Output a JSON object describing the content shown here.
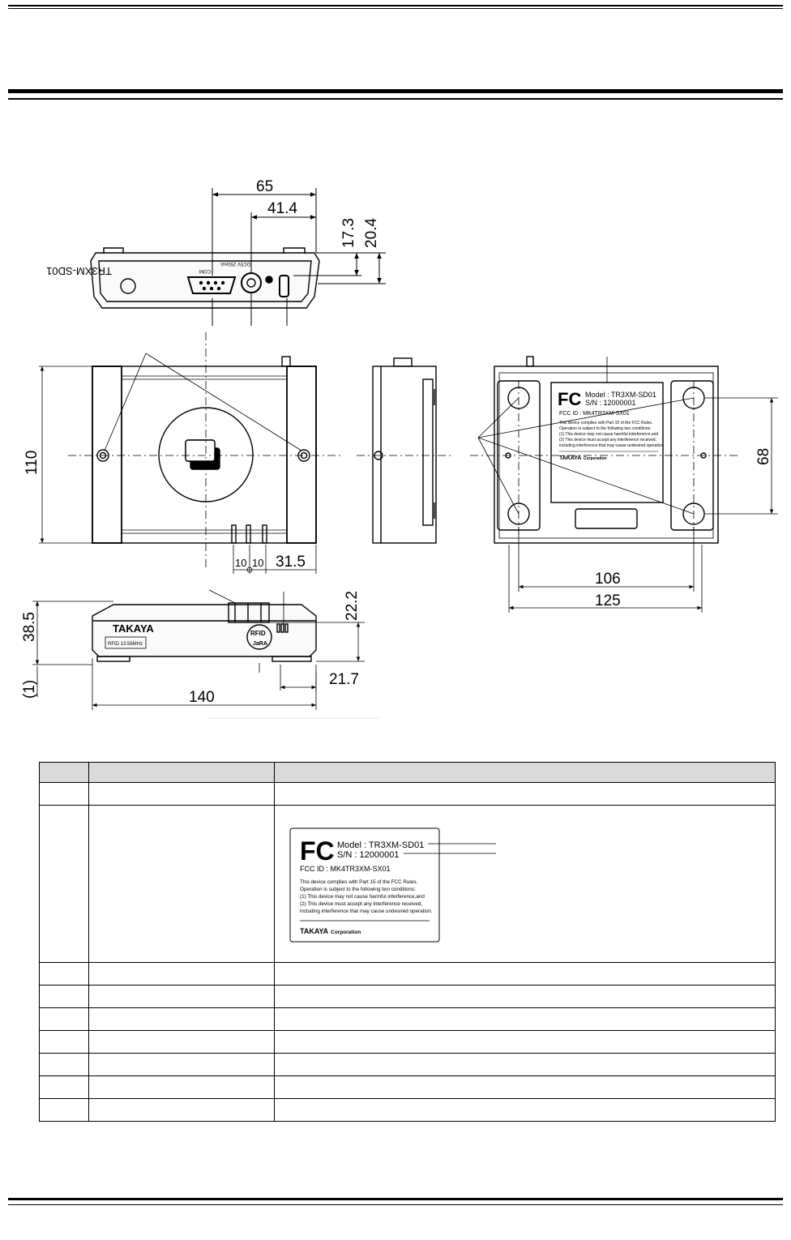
{
  "dimensions": {
    "front_width": "65",
    "front_connector_offset": "41.4",
    "front_height_1": "17.3",
    "front_height_2": "20.4",
    "depth": "110",
    "spacing_a": "10",
    "spacing_b": "10",
    "spacing_c": "31.5",
    "rear_hole_spacing": "68",
    "rear_width_inner": "106",
    "rear_width_outer": "125",
    "side_height": "38.5",
    "side_offset": "(1)",
    "side_width": "140",
    "side_height_2": "22.2",
    "side_offset_2": "21.7"
  },
  "front_panel": {
    "model_text": "TR3XM-SD01",
    "com_label": "COM",
    "dc_label": "DC5V 250mA"
  },
  "side_panel": {
    "brand": "TAKAYA",
    "freq": "RFID 13.56MHz",
    "badge_top": "RFID",
    "badge_bottom": "JaRA"
  },
  "label": {
    "fc_logo": "FC",
    "model": "Model : TR3XM-SD01",
    "sn": "S/N : 12000001",
    "fcc_id": "FCC ID : MK4TR3XM-SX01",
    "line1": "This device complies with Part 15 of the FCC Rules.",
    "line2": "Operation is subject to the following two conditions:",
    "line3": "(1) This device may not cause harmful interference,and",
    "line4": "(2) This device must accept any interference received,",
    "line5": "including interference that may cause undesired operation.",
    "corp_brand": "TAKAYA",
    "corp_suffix": "Corporation"
  },
  "table": {
    "headers": [
      "",
      "",
      ""
    ],
    "row_count": 9
  }
}
